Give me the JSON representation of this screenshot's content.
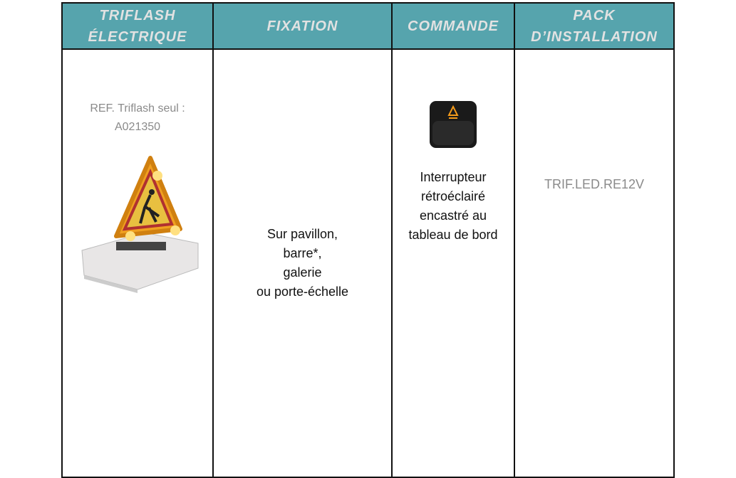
{
  "headers": [
    "TRIFLASH ÉLECTRIQUE",
    "FIXATION",
    "COMMANDE",
    "PACK D’INSTALLATION"
  ],
  "row": {
    "ref_line1": "REF. Triflash  seul :",
    "ref_line2": "A021350",
    "fixation": [
      "Sur pavillon,",
      "barre*,",
      "galerie",
      "ou porte-échelle"
    ],
    "commande": [
      "Interrupteur",
      "rétroéclairé",
      "encastré au",
      "tableau de bord"
    ],
    "pack": "TRIF.LED.RE12V"
  },
  "colors": {
    "header_bg": "#56a4ad",
    "header_text": "#e2e2e2"
  }
}
